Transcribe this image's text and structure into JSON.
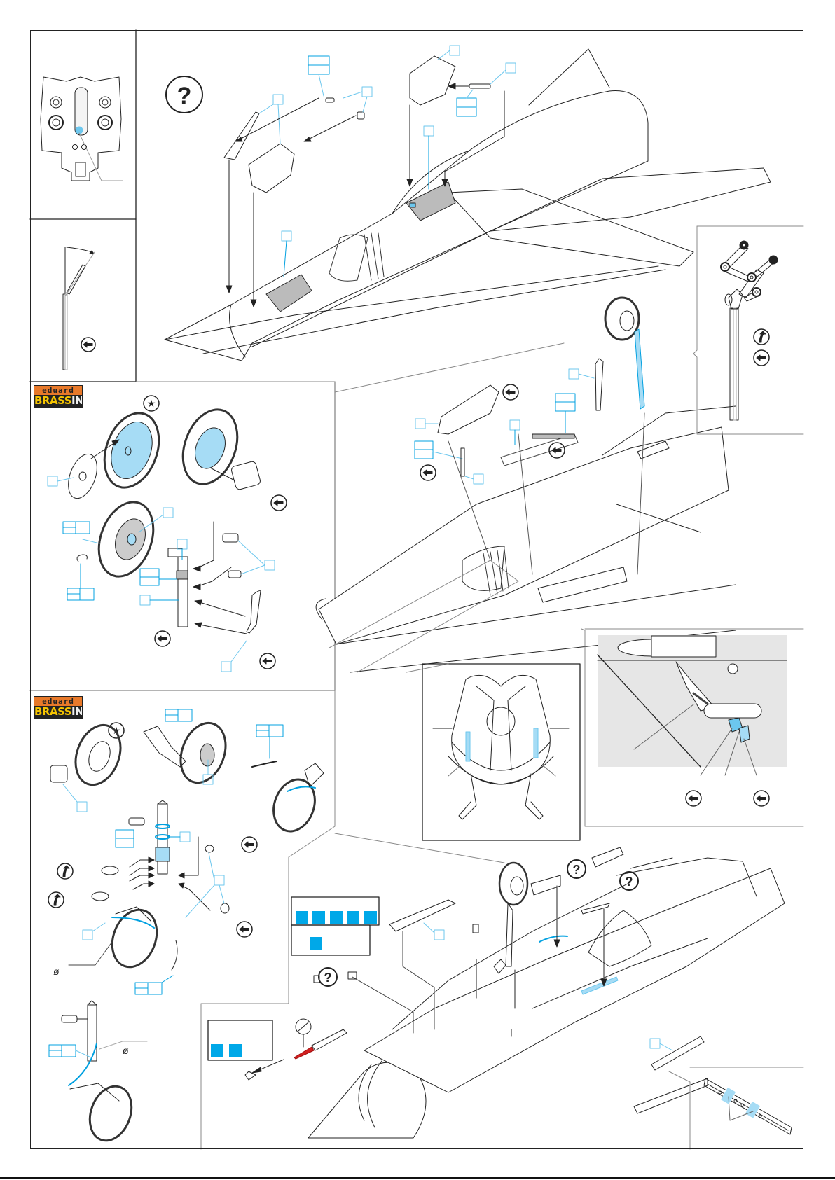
{
  "page": {
    "type": "model kit assembly instructions",
    "colors": {
      "line": "#222222",
      "callout": "#00a0e0",
      "photo_etch_fill": "#a6dcf5",
      "callout_fill": "#00a8e8",
      "gray_part": "#b8b8b8",
      "red_part": "#d42020",
      "inset_background": "#e6e6e6"
    }
  },
  "logos": [
    {
      "brand_top": "eduard",
      "brand_bottom_a": "BRASS",
      "brand_bottom_b": "IN"
    },
    {
      "brand_top": "eduard",
      "brand_bottom_a": "BRASS",
      "brand_bottom_b": "IN"
    }
  ],
  "symbols": {
    "optional": "?",
    "remove": "ø",
    "star": "★"
  },
  "icons": [
    "question-mark-icon",
    "rotate-view-icon",
    "flip-view-icon",
    "star-icon",
    "diameter-remove-icon"
  ],
  "panels": [
    {
      "name": "seat-top-inset"
    },
    {
      "name": "angle-detail-inset"
    },
    {
      "name": "main-gear-brassin-inset"
    },
    {
      "name": "nose-gear-brassin-inset"
    },
    {
      "name": "main-fuselage-step"
    },
    {
      "name": "center-gear-step"
    },
    {
      "name": "retraction-link-inset"
    },
    {
      "name": "cockpit-seat-inset"
    },
    {
      "name": "undercarriage-bay-inset"
    },
    {
      "name": "nose-section-step"
    },
    {
      "name": "strake-detail-inset"
    }
  ],
  "paint_legend": {
    "row1_swatches": 5,
    "row2_swatches": 1,
    "pitot_swatches": 2
  }
}
